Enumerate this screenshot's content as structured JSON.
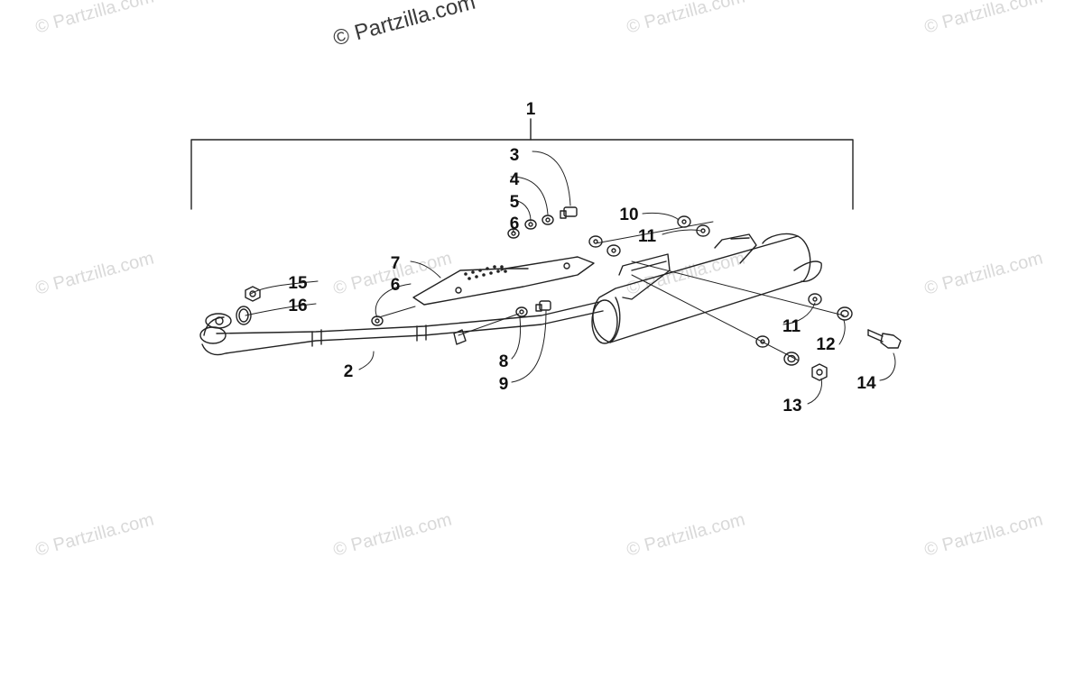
{
  "watermarks": [
    "© Partzilla.com",
    "© Partzilla.com",
    "© Partzilla.com",
    "© Partzilla.com",
    "© Partzilla.com",
    "© Partzilla.com",
    "© Partzilla.com",
    "© Partzilla.com",
    "© Partzilla.com",
    "© Partzilla.com",
    "© Partzilla.com",
    "© Partzilla.com"
  ],
  "callouts": {
    "c1": "1",
    "c2": "2",
    "c3": "3",
    "c4": "4",
    "c5": "5",
    "c6a": "6",
    "c6b": "6",
    "c7": "7",
    "c8": "8",
    "c9": "9",
    "c10": "10",
    "c11a": "11",
    "c11b": "11",
    "c12": "12",
    "c13": "13",
    "c14": "14",
    "c15": "15",
    "c16": "16"
  }
}
